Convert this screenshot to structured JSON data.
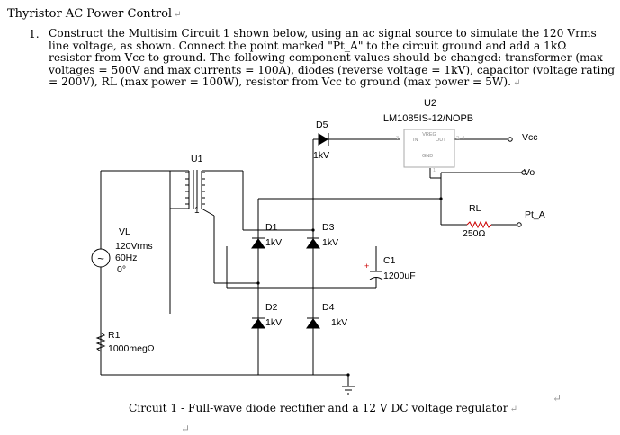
{
  "document": {
    "title": "Thyristor AC Power Control",
    "item_number": "1.",
    "instruction_lines": [
      "Construct the Multisim Circuit 1 shown below, using an ac signal source to simulate the 120 Vrms",
      "line voltage, as shown.  Connect the point marked \"Pt_A\" to the circuit ground and add a 1kΩ",
      "resistor from Vcc to ground.  The following component values should be changed: transformer (max",
      "voltages = 500V and max currents = 100A), diodes (reverse voltage = 1kV), capacitor (voltage rating",
      "= 200V), RL (max power = 100W), resistor from Vcc to ground (max power = 5W)."
    ],
    "caption": "Circuit 1 - Full-wave diode rectifier and a 12 V DC voltage regulator",
    "para_mark": "↵",
    "return_mark": "↵"
  },
  "circuit": {
    "regulator": {
      "ref": "U2",
      "part": "LM1085IS-12/NOPB",
      "block_label": "VREG",
      "in_pin_num": "3",
      "out_pin_num": "2, 4",
      "gnd_pin_num": "1",
      "in_label": "IN",
      "out_label": "OUT",
      "gnd_label": "GND"
    },
    "transformer": {
      "ref": "U1",
      "pin": "1"
    },
    "source": {
      "ref": "VL",
      "voltage": "120Vrms",
      "frequency": "60Hz",
      "phase": "0°",
      "symbol": "~"
    },
    "r1": {
      "ref": "R1",
      "value": "1000megΩ"
    },
    "rl": {
      "ref": "RL",
      "value": "250Ω"
    },
    "c1": {
      "ref": "C1",
      "value": "1200uF",
      "polarity": "+"
    },
    "diodes": [
      {
        "ref": "D1",
        "rating": "1kV"
      },
      {
        "ref": "D2",
        "rating": "1kV"
      },
      {
        "ref": "D3",
        "rating": "1kV"
      },
      {
        "ref": "D4",
        "rating": "1kV"
      },
      {
        "ref": "D5",
        "rating": "1kV"
      }
    ],
    "ports": {
      "vcc": "Vcc",
      "vo": "Vo",
      "pt_a": "Pt_A"
    }
  }
}
